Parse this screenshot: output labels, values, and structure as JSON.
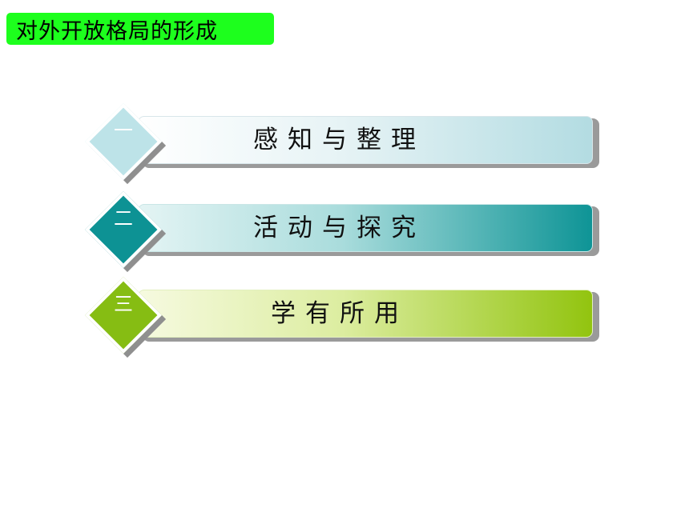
{
  "header": {
    "title": "对外开放格局的形成"
  },
  "items": [
    {
      "number": "一",
      "label": "感知与整理",
      "diamond_color": "#bde3e8",
      "bar_start": "#ffffff",
      "bar_end": "#b5dde3"
    },
    {
      "number": "二",
      "label": "活动与探究",
      "diamond_color": "#0d9294",
      "bar_start": "#e6f5f5",
      "bar_end": "#0e9496"
    },
    {
      "number": "三",
      "label": "学有所用",
      "diamond_color": "#86bd13",
      "bar_start": "#f4f9dc",
      "bar_end": "#93c410"
    }
  ],
  "colors": {
    "title_badge": "#1dff1d"
  }
}
